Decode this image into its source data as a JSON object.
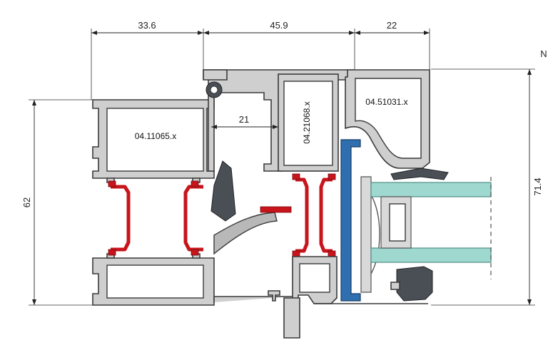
{
  "dimensions": {
    "top_left": "33.6",
    "top_middle": "45.9",
    "top_right": "22",
    "inner_gap": "21",
    "left_height": "62",
    "right_height": "71.4"
  },
  "profile_codes": {
    "frame": "04.11065.x",
    "sash": "04.21068.x",
    "bead": "04.51031.x"
  },
  "corner_mark": "N",
  "colors": {
    "aluminium": "#cfcfcf",
    "thermal_break": "#c8141b",
    "gasket": "#4a4f55",
    "glass": "#9fd8cf",
    "glazing_tape": "#2f6fb0"
  }
}
